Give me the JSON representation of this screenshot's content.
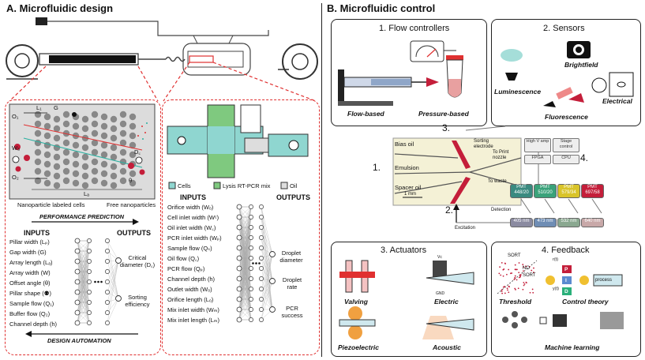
{
  "panelA": {
    "title": "A. Microfluidic design",
    "design": {
      "dims": {
        "O1": "O₁",
        "L1": "L₁",
        "G": "G",
        "W1": "Wₐ",
        "Dc": "D꜀",
        "O2": "O₂",
        "La": "Lₐ",
        "theta": "θ"
      },
      "legend_labeled": "Nanoparticle labeled cells",
      "legend_free": "Free nanoparticles",
      "performance": "PERFORMANCE PREDICTION",
      "inputs_title": "INPUTS",
      "outputs_title": "OUTPUTS",
      "inputs": [
        "Pillar width (Lₚ)",
        "Gap width (G)",
        "Array length (Lₐ)",
        "Array width (W)",
        "Offset angle (θ)",
        "Pillar shape (⚉)",
        "Sample flow (Q₁)",
        "Buffer flow (Q₂)",
        "Channel depth (h)"
      ],
      "outputs": [
        "Critical diameter (D꜀)",
        "Sorting efficiency"
      ],
      "design_automation": "DESIGN AUTOMATION"
    },
    "drop": {
      "legend": [
        "Cells",
        "Lysis RT-PCR mix",
        "Oil"
      ],
      "inputs_title": "INPUTS",
      "outputs_title": "OUTPUTS",
      "inputs": [
        "Orifice width (Wₒ)",
        "Cell inlet width (Wᶜ)",
        "Oil inlet width (W꜀)",
        "PCR inlet width (Wₚ)",
        "Sample flow (Qₛ)",
        "Oil flow (Q꜀)",
        "PCR flow (Qₚ)",
        "Channel depth (h)",
        "Outlet width (Wₒ)",
        "Orifice length (Lₒ)",
        "Mix inlet width (Wₘ)",
        "Mix inlet length (Lₘ)"
      ],
      "outputs": [
        "Droplet diameter",
        "Droplet rate",
        "PCR success"
      ]
    }
  },
  "panelB": {
    "title": "B. Microfluidic control",
    "flow": {
      "title": "1. Flow controllers",
      "flow_based": "Flow-based",
      "pressure_based": "Pressure-based"
    },
    "sensors": {
      "title": "2. Sensors",
      "brightfield": "Brightfield",
      "luminescence": "Luminescence",
      "electrical": "Electrical",
      "fluorescence": "Fluorescence"
    },
    "chip": {
      "bias_oil": "Bias oil",
      "sorting": "Sorting electrode",
      "to_print": "To Print nozzle",
      "emulsion": "Emulsion",
      "spacer": "Spacer oil",
      "to_waste": "To waste",
      "scale": "1 mm",
      "detection": "Detection",
      "excitation": "Excitation",
      "n1": "1.",
      "n2": "2.",
      "n3": "3.",
      "n4": "4.",
      "hv": "High V amp",
      "stage": "Stage control",
      "fpga": "FPGA",
      "cpu": "CPU",
      "pmts": [
        "PMT 448/20",
        "PMT 510/20",
        "PMT 579/34",
        "PMT 697/58"
      ],
      "lasers": [
        "405 nm",
        "473 nm",
        "532 nm",
        "640 nm"
      ]
    },
    "actuators": {
      "title": "3. Actuators",
      "valving": "Valving",
      "electric": "Electric",
      "piezo": "Piezoelectric",
      "acoustic": "Acoustic",
      "vc": "Vc",
      "gnd": "GND"
    },
    "feedback": {
      "title": "4. Feedback",
      "sort": "SORT",
      "nosort": "NO SORT",
      "threshold": "Threshold",
      "control": "Control theory",
      "ml": "Machine learning",
      "process": "process",
      "p": "P",
      "i": "I",
      "d": "D",
      "rt": "r(t)",
      "yt": "y(t)"
    }
  },
  "colors": {
    "red": "#e03030",
    "green": "#7fc97f",
    "cyan": "#8fd6d0",
    "pillar": "#888888"
  }
}
